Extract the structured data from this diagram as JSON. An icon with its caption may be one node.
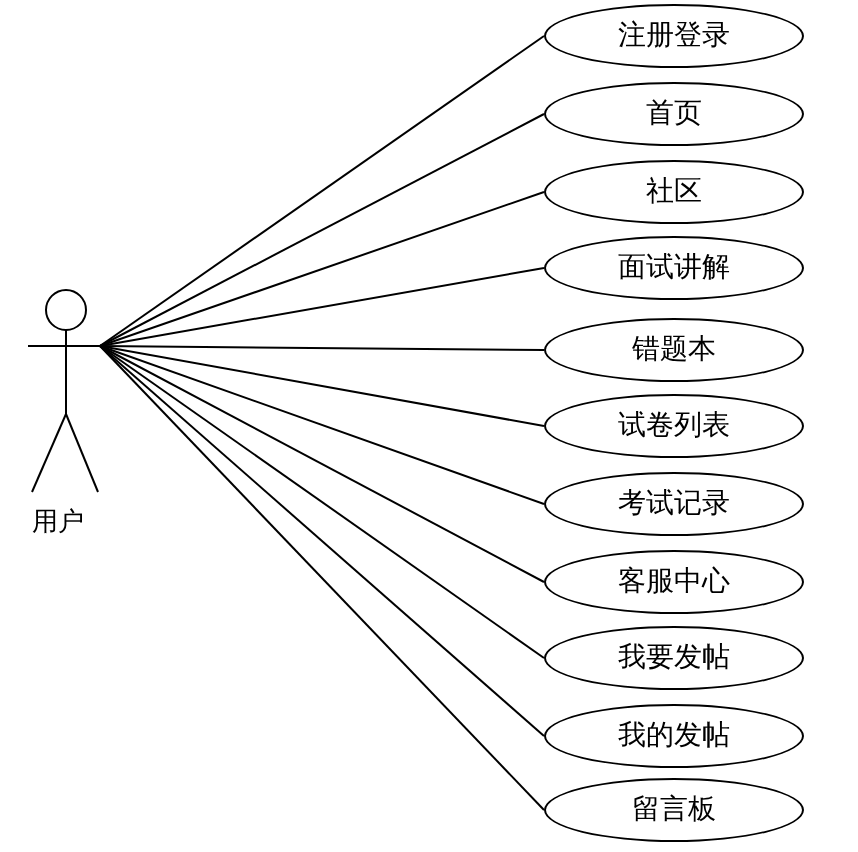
{
  "diagram": {
    "nodes": [
      {
        "text": [
          "用户"
        ]
      },
      {
        "text": [
          "注册登录"
        ]
      },
      {
        "text": [
          "首页"
        ]
      },
      {
        "text": [
          "社区"
        ]
      },
      {
        "text": [
          "面试讲解"
        ]
      },
      {
        "text": [
          "错题本"
        ]
      },
      {
        "text": [
          "试卷列表"
        ]
      },
      {
        "text": [
          "考试记录"
        ]
      },
      {
        "text": [
          "客服中心"
        ]
      },
      {
        "text": [
          "我要发帖"
        ]
      },
      {
        "text": [
          "我的发帖"
        ]
      },
      {
        "text": [
          "留言板"
        ]
      }
    ],
    "edges": [
      {
        "from": 0,
        "to": 1,
        "arrow": "none"
      },
      {
        "from": 0,
        "to": 2,
        "arrow": "none"
      },
      {
        "from": 0,
        "to": 3,
        "arrow": "none"
      },
      {
        "from": 0,
        "to": 4,
        "arrow": "none"
      },
      {
        "from": 0,
        "to": 5,
        "arrow": "none"
      },
      {
        "from": 0,
        "to": 6,
        "arrow": "none"
      },
      {
        "from": 0,
        "to": 7,
        "arrow": "none"
      },
      {
        "from": 0,
        "to": 8,
        "arrow": "none"
      },
      {
        "from": 0,
        "to": 9,
        "arrow": "none"
      },
      {
        "from": 0,
        "to": 10,
        "arrow": "none"
      },
      {
        "from": 0,
        "to": 11,
        "arrow": "none"
      }
    ]
  }
}
